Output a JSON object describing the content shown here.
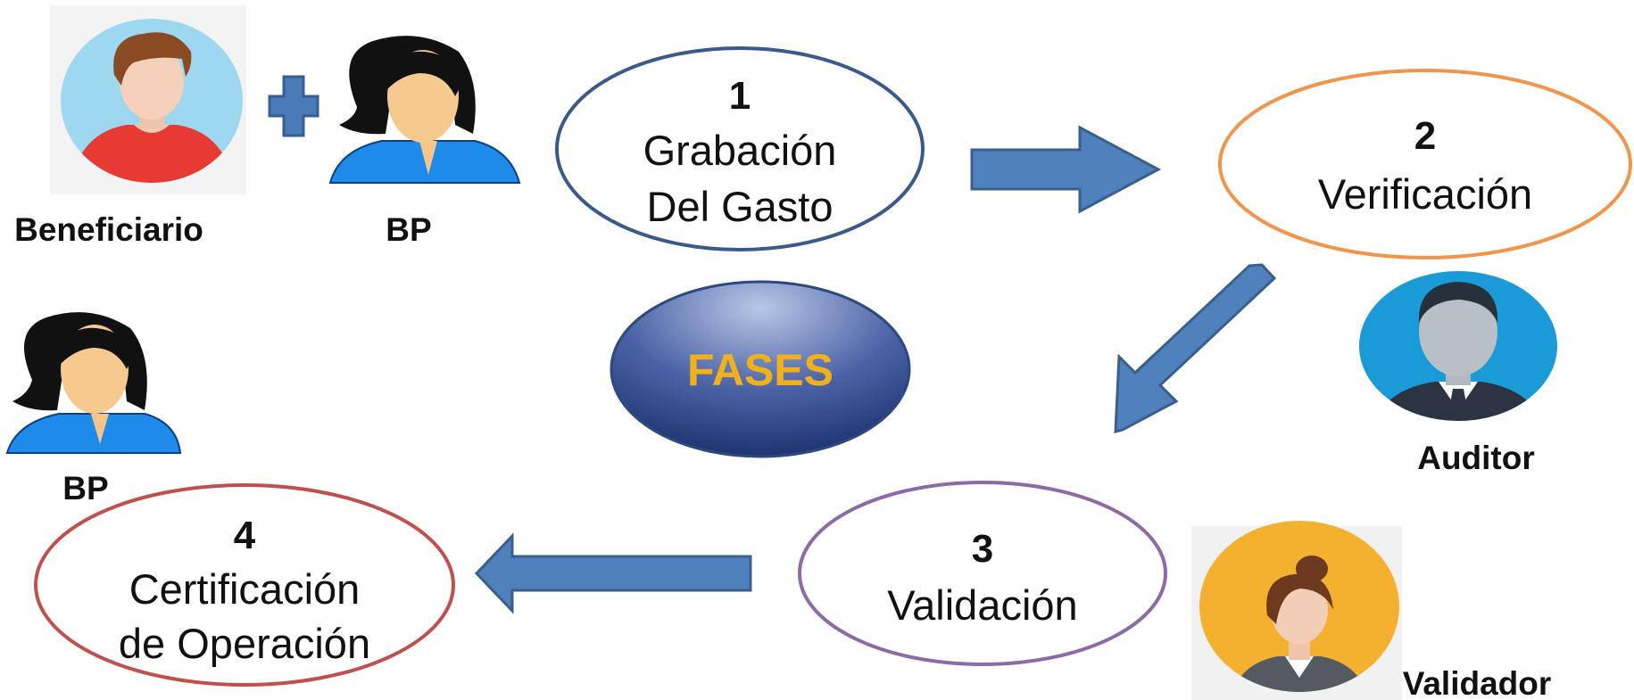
{
  "diagram": {
    "center": {
      "label": "FASES",
      "fill_light": "#aab8de",
      "fill_dark": "#243a78",
      "text_color": "#f2b01c"
    },
    "phases": [
      {
        "number": "1",
        "line1": "Grabación",
        "line2": "Del Gasto",
        "border_color": "#3a5a8c"
      },
      {
        "number": "2",
        "line1": "Verificación",
        "line2": "",
        "border_color": "#f0954a"
      },
      {
        "number": "3",
        "line1": "Validación",
        "line2": "",
        "border_color": "#8c6aa8"
      },
      {
        "number": "4",
        "line1": "Certificación",
        "line2": "de Operación",
        "border_color": "#c0504d"
      }
    ],
    "actors": [
      {
        "label": "Beneficiario",
        "icon": "beneficiary-avatar-icon"
      },
      {
        "label": "BP",
        "icon": "woman-avatar-icon"
      },
      {
        "label": "BP",
        "icon": "woman-avatar-icon"
      },
      {
        "label": "Auditor",
        "icon": "businessman-avatar-icon"
      },
      {
        "label": "Validador",
        "icon": "businesswoman-avatar-icon"
      }
    ],
    "plus_color": "#4a7ab8",
    "arrow_color": "#4f81bd",
    "arrow_border": "#3a5f8c"
  }
}
